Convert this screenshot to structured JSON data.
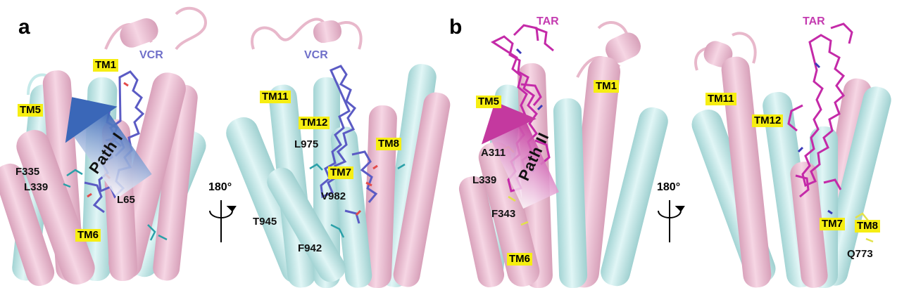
{
  "panels": [
    {
      "letter": "a",
      "ligand": "VCR",
      "path_label": "Path",
      "path_numeral": "I",
      "rotation": "180°",
      "left_view": {
        "helices": [
          "TM1",
          "TM5",
          "TM6"
        ],
        "residues": [
          "F335",
          "L339",
          "L65"
        ]
      },
      "right_view": {
        "helices": [
          "TM11",
          "TM12",
          "TM8",
          "TM7"
        ],
        "residues": [
          "L975",
          "V982",
          "T945",
          "F942"
        ]
      }
    },
    {
      "letter": "b",
      "ligand": "TAR",
      "path_label": "Path",
      "path_numeral": "II",
      "rotation": "180°",
      "left_view": {
        "helices": [
          "TM1",
          "TM5",
          "TM6"
        ],
        "residues": [
          "A311",
          "L339",
          "F343"
        ]
      },
      "right_view": {
        "helices": [
          "TM11",
          "TM12",
          "TM7",
          "TM8"
        ],
        "residues": [
          "Q773"
        ]
      }
    }
  ],
  "colors": {
    "helix_pink": "#efc3d6",
    "helix_cyan": "#c6eaea",
    "vcr_ligand": "#5b5bc4",
    "tar_ligand": "#c42aa8",
    "label_bg": "#f6ee12"
  }
}
